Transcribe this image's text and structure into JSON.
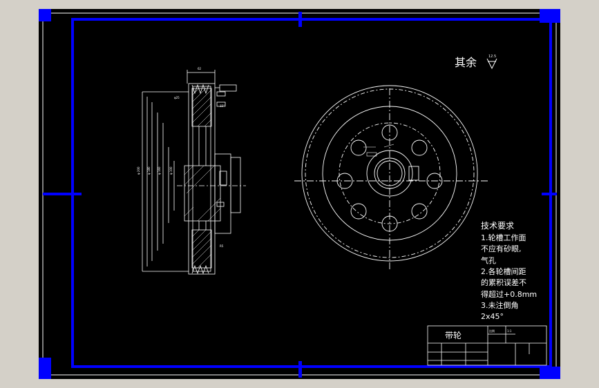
{
  "drawing": {
    "roughness_label": "其余",
    "roughness_value": "12.5",
    "technical_requirements": {
      "heading": "技术要求",
      "lines": [
        "1.轮槽工作面",
        "不应有砂眼,",
        "气孔",
        "2.各轮槽间距",
        "的累积误差不",
        "得超过+0.8mm",
        "3.未注倒角",
        "2x45°"
      ]
    },
    "title_block": {
      "part_name": "带轮",
      "ratio_label": "比例",
      "ratio_value": "1:1"
    }
  },
  "colors": {
    "frame_accent": "#0000ff",
    "background": "#000000",
    "line": "#ffffff"
  }
}
